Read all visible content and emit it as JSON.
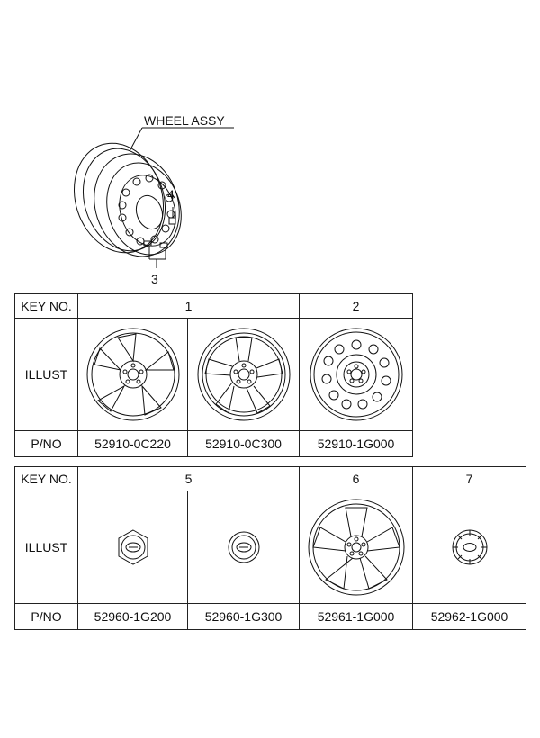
{
  "assembly": {
    "title": "WHEEL ASSY",
    "callouts": [
      "4",
      "3"
    ]
  },
  "table1": {
    "key_label": "KEY NO.",
    "illust_label": "ILLUST",
    "pno_label": "P/NO",
    "groups": [
      {
        "key": "1",
        "parts": [
          "52910-0C220",
          "52910-0C300"
        ]
      },
      {
        "key": "2",
        "parts": [
          "52910-1G000"
        ]
      }
    ]
  },
  "table2": {
    "key_label": "KEY NO.",
    "illust_label": "ILLUST",
    "pno_label": "P/NO",
    "groups": [
      {
        "key": "5",
        "parts": [
          "52960-1G200",
          "52960-1G300"
        ]
      },
      {
        "key": "6",
        "parts": [
          "52961-1G000"
        ]
      },
      {
        "key": "7",
        "parts": [
          "52962-1G000"
        ]
      }
    ]
  }
}
